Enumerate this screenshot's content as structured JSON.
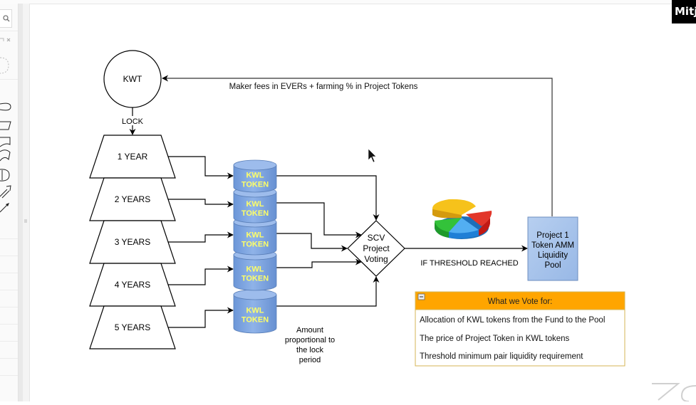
{
  "app": {
    "participant_name": "Mitja",
    "watermark": "zoom-logo"
  },
  "left_panel": {
    "icons": [
      "search-icon",
      "pin-icon",
      "close-icon",
      "dashed-circle-shape",
      "ellipse-shape",
      "parallelogram-shape",
      "document-shape",
      "tape-shape",
      "cylinder-shape",
      "double-arrow-shape",
      "arrow-shape"
    ]
  },
  "diagram": {
    "kwt_node": "KWT",
    "lock_label": "LOCK",
    "feedback_label": "Maker fees in EVERs + farming % in Project Tokens",
    "lock_periods": [
      "1 YEAR",
      "2 YEARS",
      "3 YEARS",
      "4 YEARS",
      "5 YEARS"
    ],
    "token_lines": [
      "KWL",
      "TOKEN"
    ],
    "token_count": 5,
    "amount_note": [
      "Amount",
      "proportional to",
      "the lock",
      "period"
    ],
    "voting_node": [
      "SCV",
      "Project",
      "Voting"
    ],
    "threshold_label": "IF THRESHOLD REACHED",
    "pool_node": [
      "Project 1",
      "Token AMM",
      "Liquidity",
      "Pool"
    ],
    "pie_icon": "pie-chart-icon",
    "vote_box": {
      "title": "What we Vote for:",
      "items": [
        "Allocation of KWL tokens from the Fund to the Pool",
        "The price of Project Token in KWL tokens",
        "Threshold minimum pair liquidity requirement"
      ]
    }
  },
  "colors": {
    "token_fill": "#7ea6e0",
    "token_text": "#ffff66",
    "pool_fill": "#a9c4eb",
    "vote_header": "#ffa500",
    "vote_border": "#d6b656",
    "line": "#000000"
  }
}
